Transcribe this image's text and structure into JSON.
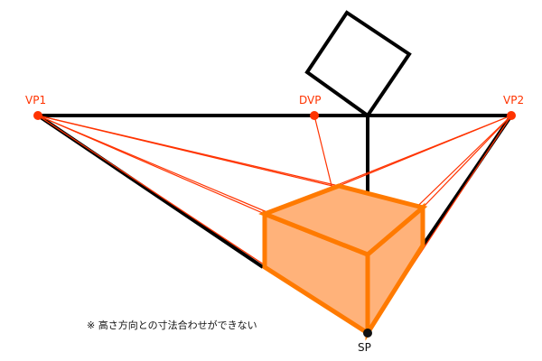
{
  "labels": {
    "vp1": "VP1",
    "dvp": "DVP",
    "vp2": "VP2",
    "sp": "SP"
  },
  "note": "※ 高さ方向との寸法合わせができない",
  "colors": {
    "background": "#ffffff",
    "black_line": "#000000",
    "accent_orange": "#ff5a00",
    "box_fill": "#ffb27a",
    "box_outline": "#ff7a00",
    "guide_red": "#ff3300"
  }
}
